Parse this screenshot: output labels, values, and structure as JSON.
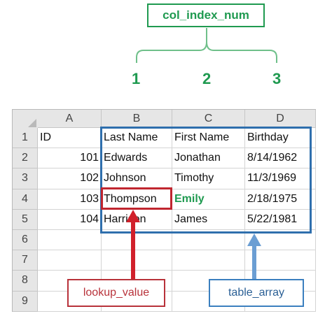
{
  "col_index_label": "col_index_num",
  "col_numbers": [
    "1",
    "2",
    "3"
  ],
  "columns": [
    "A",
    "B",
    "C",
    "D"
  ],
  "row_numbers": [
    "1",
    "2",
    "3",
    "4",
    "5",
    "6",
    "7",
    "8",
    "9"
  ],
  "rows": [
    [
      "ID",
      "Last Name",
      "First Name",
      "Birthday"
    ],
    [
      "101",
      "Edwards",
      "Jonathan",
      "8/14/1962"
    ],
    [
      "102",
      "Johnson",
      "Timothy",
      "11/3/1969"
    ],
    [
      "103",
      "Thompson",
      "Emily",
      "2/18/1975"
    ],
    [
      "104",
      "Harrison",
      "James",
      "5/22/1981"
    ],
    [
      "",
      "",
      "",
      ""
    ],
    [
      "",
      "",
      "",
      ""
    ],
    [
      "",
      "",
      "",
      ""
    ],
    [
      "",
      "",
      "",
      ""
    ]
  ],
  "lookup_label": "lookup_value",
  "table_array_label": "table_array",
  "colors": {
    "green": "#1f9a50",
    "red": "#b8323a",
    "blue": "#3b7fbf"
  }
}
